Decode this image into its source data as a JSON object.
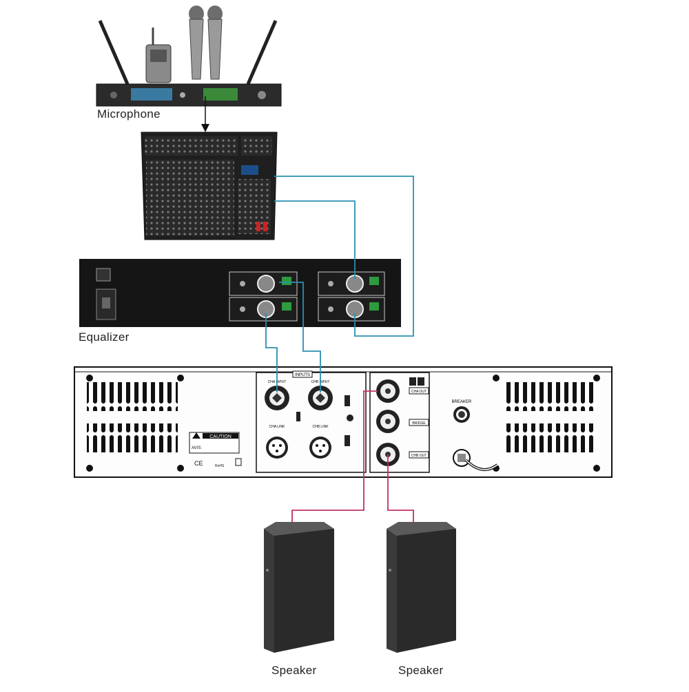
{
  "labels": {
    "microphone": "Microphone",
    "equalizer": "Equalizer",
    "speaker_left": "Speaker",
    "speaker_right": "Speaker"
  },
  "amplifier": {
    "inputs_label": "INPUTS",
    "cha_input": "CHA INPUT",
    "chb_input": "CHB INPUT",
    "cha_link": "CHA LINK",
    "chb_link": "CHB LINK",
    "cha_out": "CHA OUT",
    "bridge": "BRIDGE",
    "chb_out": "CHB OUT",
    "breaker": "BREAKER",
    "caution": "CAUTION",
    "avis": "AVIS:",
    "ce": "CE",
    "rohs": "RoHS"
  },
  "colors": {
    "signal_line": "#2b8fb0",
    "speaker_line": "#c0306a",
    "arrow": "#111111"
  }
}
